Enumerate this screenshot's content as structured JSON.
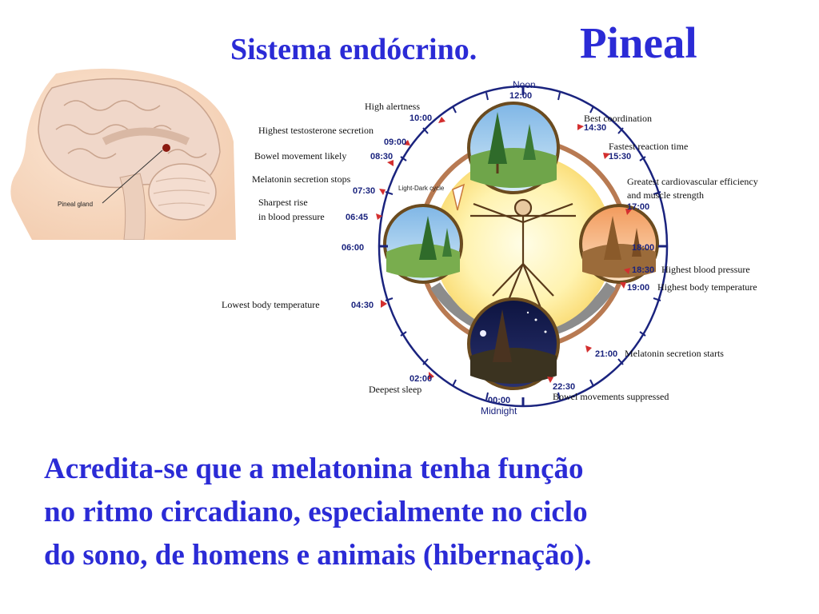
{
  "title": {
    "main": "Sistema endócrino.",
    "emphasis": "Pineal"
  },
  "brain": {
    "label": "Pineal gland"
  },
  "clock": {
    "noon_label": "Noon",
    "midnight_label": "Midnight",
    "cycle_label": "Light-Dark cycle",
    "times": {
      "noon": "12:00",
      "midnight": "00:00",
      "six_am": "06:00",
      "six_pm": "18:00",
      "t1000": "10:00",
      "t0900": "09:00",
      "t0830": "08:30",
      "t0730": "07:30",
      "t0645": "06:45",
      "t0430": "04:30",
      "t0200": "02:00",
      "t1430": "14:30",
      "t1530": "15:30",
      "t1700": "17:00",
      "t1830": "18:30",
      "t1900": "19:00",
      "t2100": "21:00",
      "t2230": "22:30"
    },
    "events": {
      "high_alertness": "High alertness",
      "testosterone": "Highest testosterone secretion",
      "bowel_likely": "Bowel movement likely",
      "melatonin_stops": "Melatonin secretion stops",
      "sharpest_rise_1": "Sharpest rise",
      "sharpest_rise_2": "in blood pressure",
      "lowest_temp": "Lowest body temperature",
      "deepest_sleep": "Deepest sleep",
      "best_coordination": "Best coordination",
      "fastest_reaction": "Fastest reaction time",
      "cardio_1": "Greatest cardiovascular efficiency",
      "cardio_2": "and muscle strength",
      "highest_bp": "Highest blood pressure",
      "highest_temp": "Highest body temperature",
      "melatonin_starts": "Melatonin secretion starts",
      "bowel_suppressed": "Bowel movements suppressed"
    },
    "colors": {
      "ring": "#1a237e",
      "time": "#1a237e",
      "marker": "#d32f2f"
    }
  },
  "caption": {
    "line1": "Acredita-se que a melatonina tenha função",
    "line2": "no ritmo circadiano, especialmente no ciclo",
    "line3": "do sono, de homens e animais (hibernação)."
  }
}
